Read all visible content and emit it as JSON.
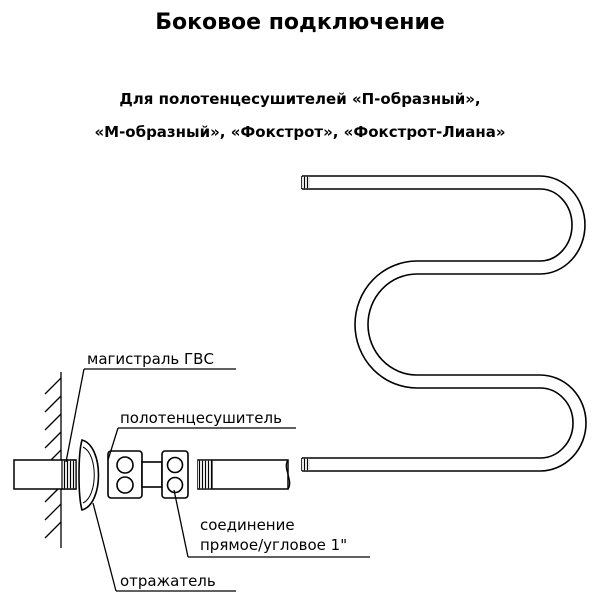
{
  "header": {
    "title": "Боковое подключение",
    "subtitle_line1": "Для полотенцесушителей  «П-образный»,",
    "subtitle_line2": "«М-образный», «Фокстрот», «Фокстрот-Лиана»"
  },
  "labels": {
    "hot_water_main": "магистраль ГВС",
    "towel_dryer": "полотенцесушитель",
    "connection_line1": "соединение",
    "connection_line2": "прямое/угловое 1\"",
    "reflector": "отражатель"
  }
}
